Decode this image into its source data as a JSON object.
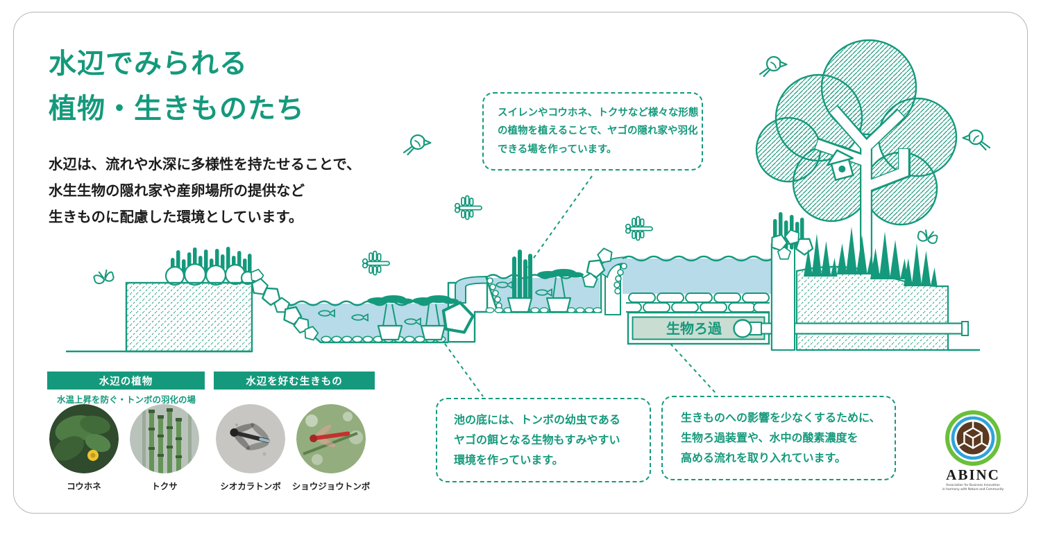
{
  "title": {
    "line1": "水辺でみられる",
    "line2": "植物・生きものたち"
  },
  "intro": {
    "line1": "水辺は、流れや水深に多様性を持たせることで、",
    "line2": "水生生物の隠れ家や産卵場所の提供など",
    "line3": "生きものに配慮した環境としています。"
  },
  "callout_plants": {
    "lines": [
      "スイレンやコウホネ、トクサなど様々な形態",
      "の植物を植えることで、ヤゴの隠れ家や羽化",
      "できる場を作っています。"
    ]
  },
  "callout_pond": {
    "lines": [
      "池の底には、トンボの幼虫である",
      "ヤゴの餌となる生物もすみやすい",
      "環境を作っています。"
    ]
  },
  "callout_filter": {
    "lines": [
      "生きものへの影響を少なくするために、",
      "生物ろ過装置や、水中の酸素濃度を",
      "高める流れを取り入れています。"
    ]
  },
  "diagram": {
    "filter_label": "生物ろ過"
  },
  "legend_plants": {
    "header": "水辺の植物",
    "subtitle": "水温上昇を防ぐ・トンボの羽化の場",
    "items": [
      {
        "name": "コウホネ"
      },
      {
        "name": "トクサ"
      }
    ]
  },
  "legend_creatures": {
    "header": "水辺を好む生きもの",
    "items": [
      {
        "name": "シオカラトンボ"
      },
      {
        "name": "ショウジョウトンボ"
      }
    ]
  },
  "logo": {
    "name": "ABINC",
    "tagline_line1": "Association for Business Innovation",
    "tagline_line2": "in harmony with Nature and Community"
  },
  "icons": {
    "bird": "svg-outline",
    "butterfly": "svg-outline",
    "dragonfly": "svg-outline",
    "fish": "svg-outline",
    "tree": "svg-hatched",
    "birdhouse": "svg-outline"
  },
  "colors": {
    "green": "#15997c",
    "water": "#b7dbe8",
    "filter_box": "#c9ddd2",
    "text": "#1c1c1c",
    "logo_green": "#6abf3b",
    "logo_blue": "#2ea3dc",
    "logo_brown": "#5b3a21"
  }
}
